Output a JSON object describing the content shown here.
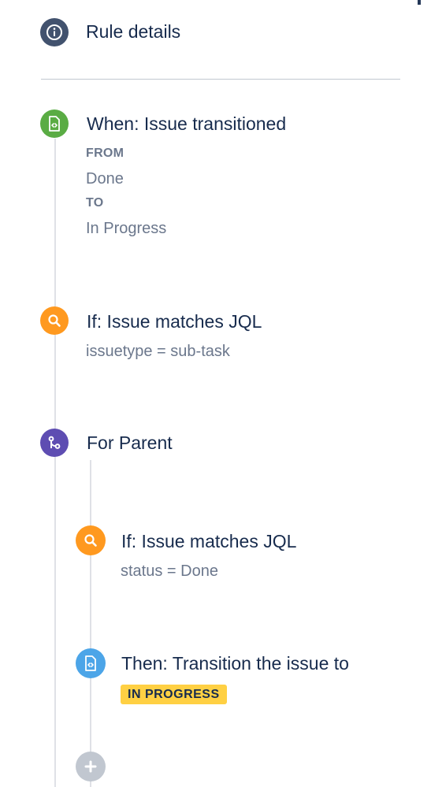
{
  "header": {
    "title": "Rule details",
    "icon": "info-icon"
  },
  "trigger": {
    "title": "When: Issue transitioned",
    "icon": "issue-transition-icon",
    "color": "#5aac44",
    "from_label": "FROM",
    "from_value": "Done",
    "to_label": "TO",
    "to_value": "In Progress"
  },
  "condition": {
    "title": "If: Issue matches JQL",
    "icon": "search-icon",
    "color": "#ff991f",
    "query": "issuetype = sub-task"
  },
  "branch": {
    "title": "For Parent",
    "icon": "branch-icon",
    "color": "#5e4db2",
    "children": {
      "condition": {
        "title": "If: Issue matches JQL",
        "icon": "search-icon",
        "color": "#ff991f",
        "query": "status = Done"
      },
      "action": {
        "title": "Then: Transition the issue to",
        "icon": "issue-transition-icon",
        "color": "#4ca5e8",
        "status": "IN PROGRESS",
        "status_color": "#ffd043"
      },
      "add_component": {
        "icon": "plus-icon"
      }
    }
  }
}
